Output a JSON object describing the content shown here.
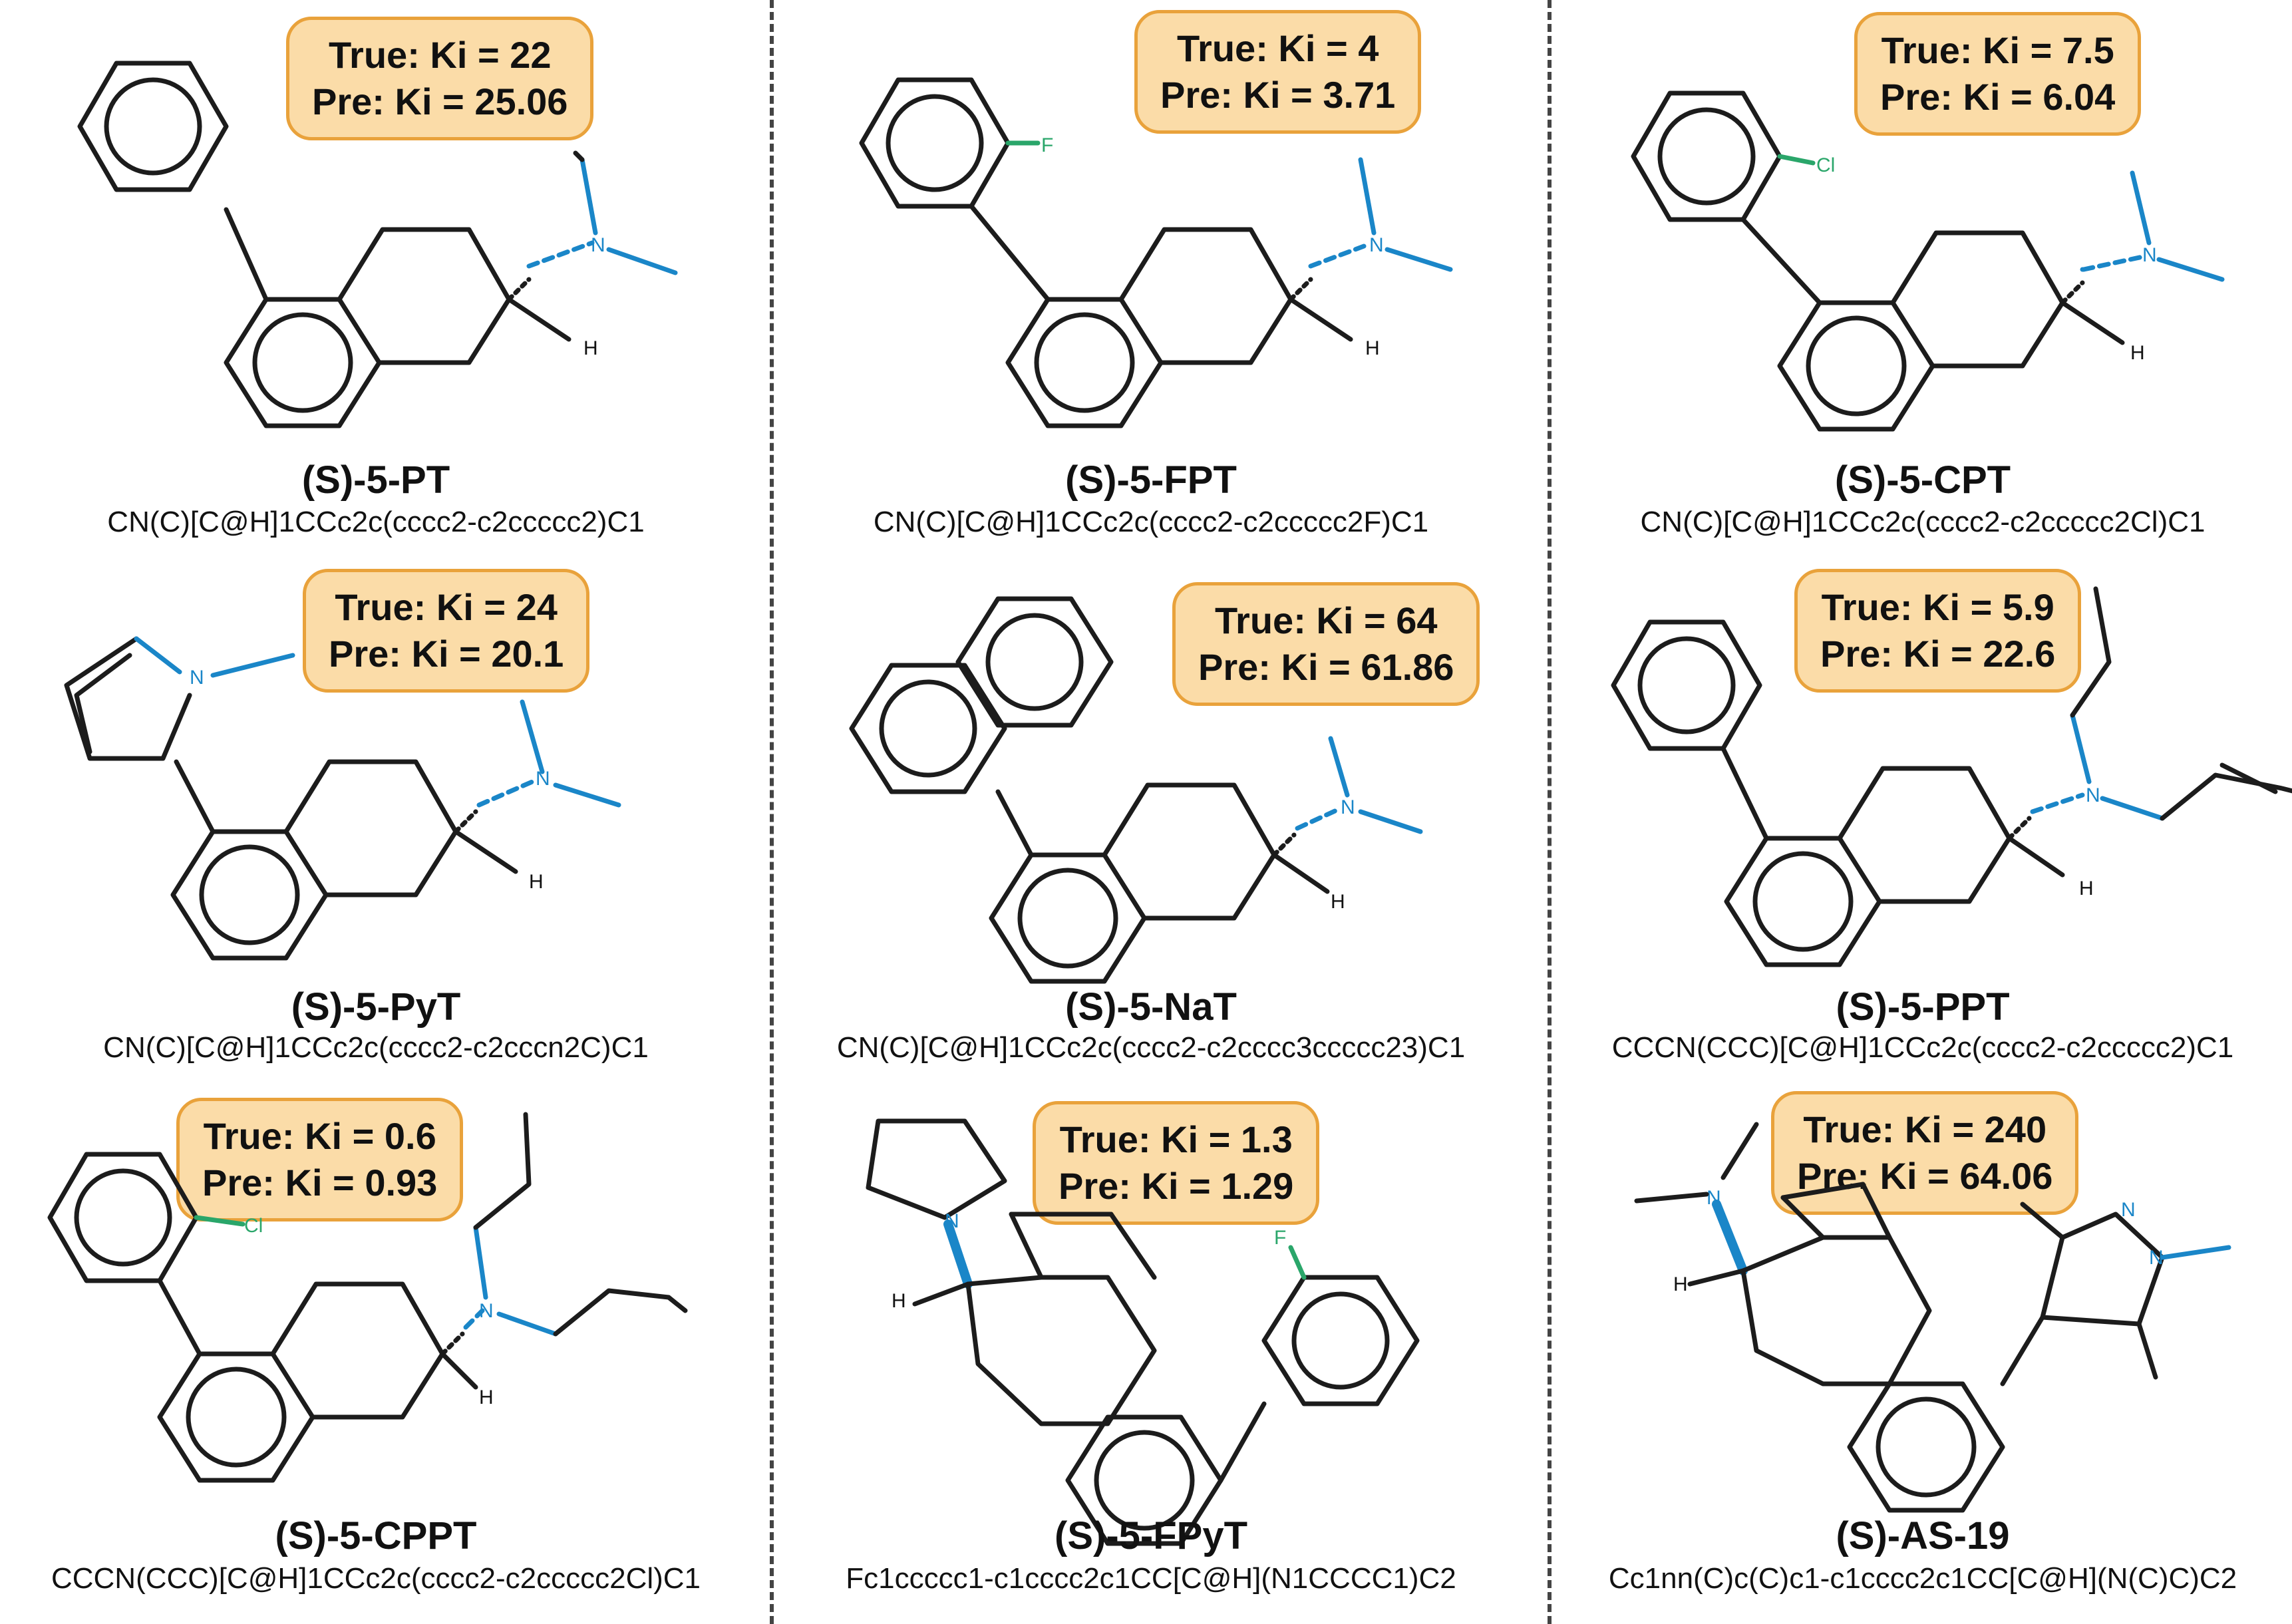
{
  "colors": {
    "badge_fill": "#fbdca8",
    "badge_border": "#e9a23b",
    "nitrogen": "#1a86c8",
    "fluorine": "#2aa66a",
    "chlorine": "#2aa66a"
  },
  "compounds": [
    {
      "name": "(S)-5-PT",
      "smiles": "CN(C)[C@H]1CCc2c(cccc2-c2ccccc2)C1",
      "true_label": "True: Ki = 22",
      "pred_label": "Pre: Ki = 25.06",
      "true_ki": 22,
      "pred_ki": 25.06,
      "atom_labels": {
        "n": "N",
        "h": "H"
      }
    },
    {
      "name": "(S)-5-FPT",
      "smiles": "CN(C)[C@H]1CCc2c(cccc2-c2ccccc2F)C1",
      "true_label": "True: Ki = 4",
      "pred_label": "Pre: Ki = 3.71",
      "true_ki": 4,
      "pred_ki": 3.71,
      "atom_labels": {
        "n": "N",
        "h": "H",
        "x": "F"
      }
    },
    {
      "name": "(S)-5-CPT",
      "smiles": "CN(C)[C@H]1CCc2c(cccc2-c2ccccc2Cl)C1",
      "true_label": "True: Ki = 7.5",
      "pred_label": "Pre: Ki = 6.04",
      "true_ki": 7.5,
      "pred_ki": 6.04,
      "atom_labels": {
        "n": "N",
        "h": "H",
        "x": "Cl"
      }
    },
    {
      "name": "(S)-5-PyT",
      "smiles": "CN(C)[C@H]1CCc2c(cccc2-c2cccn2C)C1",
      "true_label": "True: Ki = 24",
      "pred_label": "Pre: Ki = 20.1",
      "true_ki": 24,
      "pred_ki": 20.1,
      "atom_labels": {
        "n": "N",
        "h": "H",
        "n2": "N"
      }
    },
    {
      "name": "(S)-5-NaT",
      "smiles": "CN(C)[C@H]1CCc2c(cccc2-c2cccc3ccccc23)C1",
      "true_label": "True: Ki = 64",
      "pred_label": "Pre: Ki = 61.86",
      "true_ki": 64,
      "pred_ki": 61.86,
      "atom_labels": {
        "n": "N",
        "h": "H"
      }
    },
    {
      "name": "(S)-5-PPT",
      "smiles": "CCCN(CCC)[C@H]1CCc2c(cccc2-c2ccccc2)C1",
      "true_label": "True: Ki = 5.9",
      "pred_label": "Pre: Ki = 22.6",
      "true_ki": 5.9,
      "pred_ki": 22.6,
      "atom_labels": {
        "n": "N",
        "h": "H"
      }
    },
    {
      "name": "(S)-5-CPPT",
      "smiles": "CCCN(CCC)[C@H]1CCc2c(cccc2-c2ccccc2Cl)C1",
      "true_label": "True: Ki = 0.6",
      "pred_label": "Pre: Ki = 0.93",
      "true_ki": 0.6,
      "pred_ki": 0.93,
      "atom_labels": {
        "n": "N",
        "h": "H",
        "x": "Cl"
      }
    },
    {
      "name": "(S)-5-FPyT",
      "smiles": "Fc1ccccc1-c1cccc2c1CC[C@H](N1CCCC1)C2",
      "true_label": "True: Ki = 1.3",
      "pred_label": "Pre: Ki = 1.29",
      "true_ki": 1.3,
      "pred_ki": 1.29,
      "atom_labels": {
        "n": "N",
        "h": "H",
        "x": "F"
      }
    },
    {
      "name": "(S)-AS-19",
      "smiles": "Cc1nn(C)c(C)c1-c1cccc2c1CC[C@H](N(C)C)C2",
      "true_label": "True: Ki = 240",
      "pred_label": "Pre: Ki = 64.06",
      "true_ki": 240,
      "pred_ki": 64.06,
      "atom_labels": {
        "n": "N",
        "h": "H",
        "n2": "N",
        "n3": "N"
      }
    }
  ]
}
